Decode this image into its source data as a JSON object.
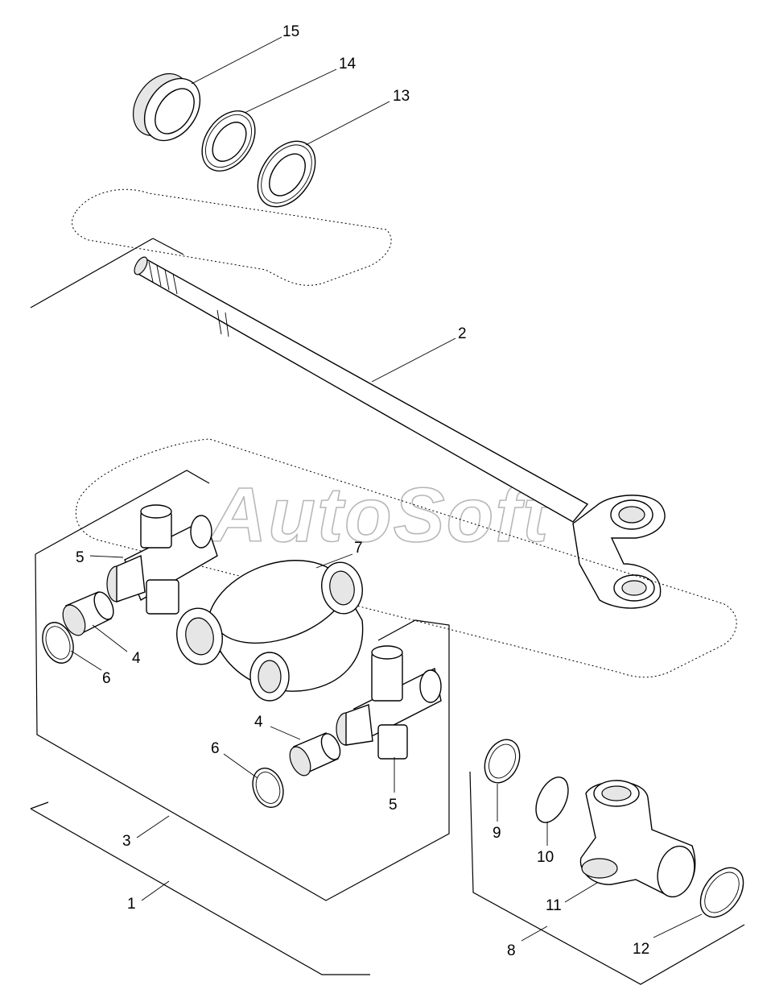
{
  "watermark": "AutoSoft",
  "callouts": {
    "c1": "1",
    "c2": "2",
    "c3": "3",
    "c4a": "4",
    "c4b": "4",
    "c5a": "5",
    "c5b": "5",
    "c6a": "6",
    "c6b": "6",
    "c7": "7",
    "c8": "8",
    "c9": "9",
    "c10": "10",
    "c11": "11",
    "c12": "12",
    "c13": "13",
    "c14": "14",
    "c15": "15"
  }
}
